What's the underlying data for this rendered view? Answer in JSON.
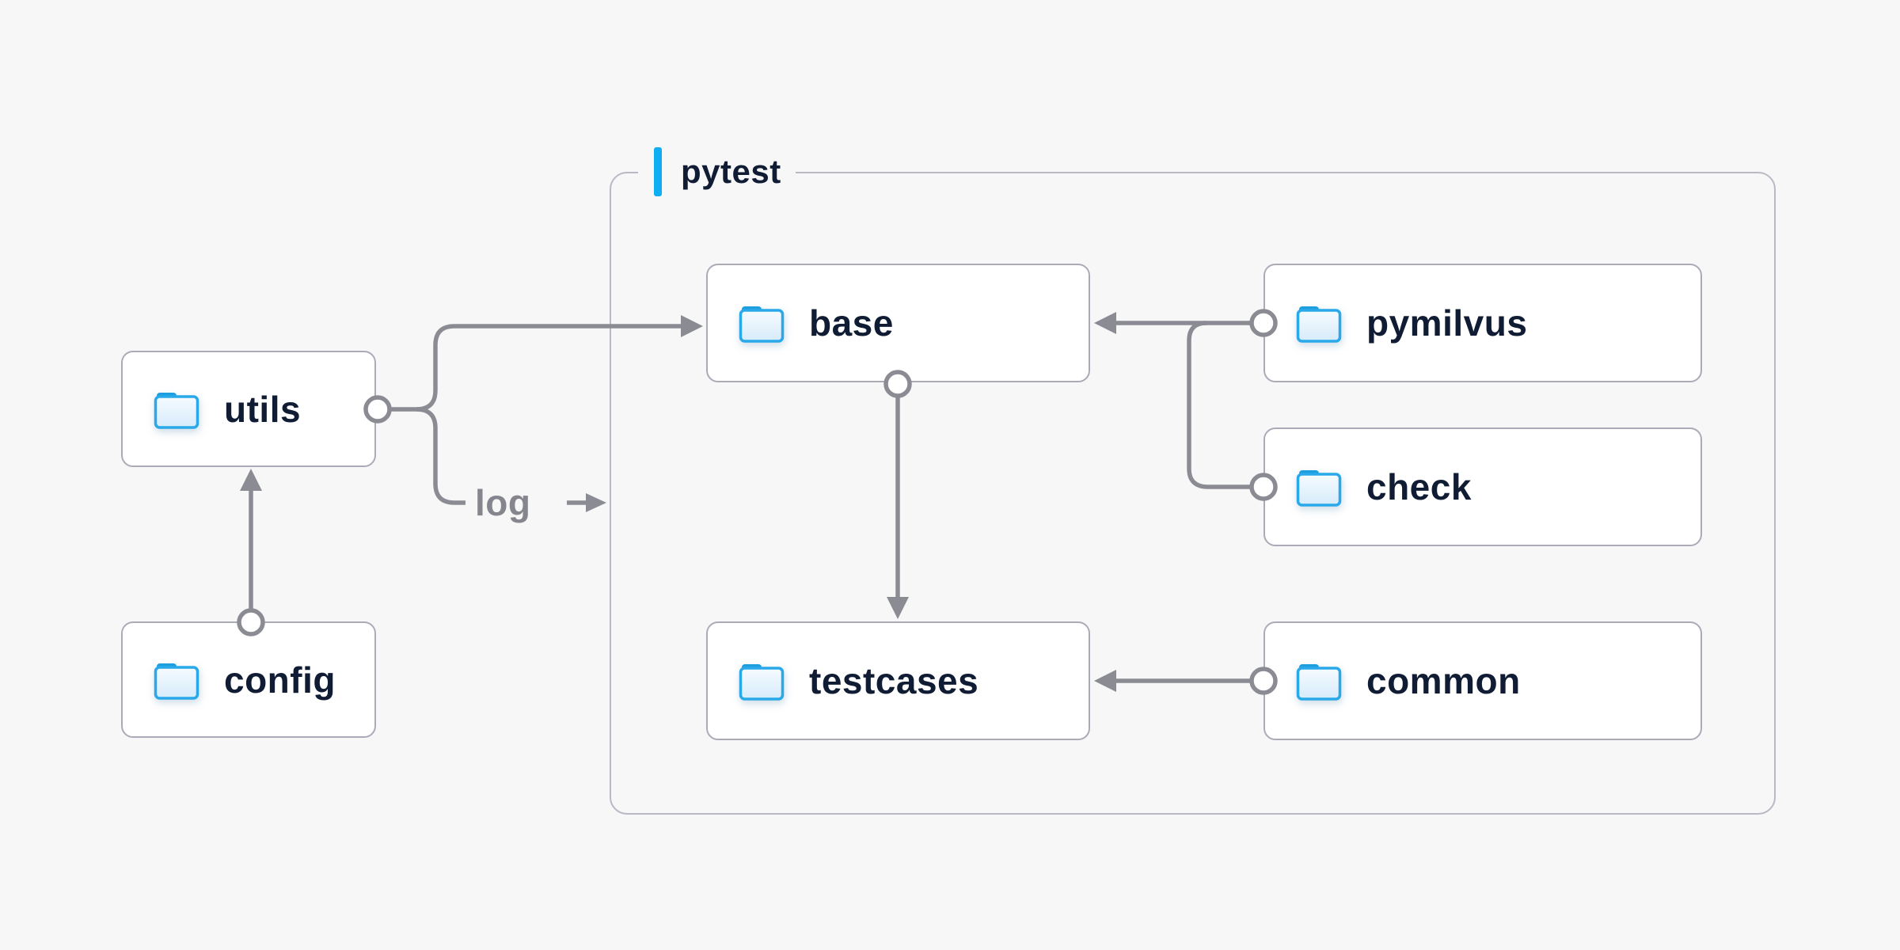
{
  "diagram": {
    "group": {
      "label": "pytest"
    },
    "nodes": [
      {
        "id": "utils",
        "label": "utils",
        "icon": "folder-icon"
      },
      {
        "id": "config",
        "label": "config",
        "icon": "folder-icon"
      },
      {
        "id": "base",
        "label": "base",
        "icon": "folder-icon"
      },
      {
        "id": "testcases",
        "label": "testcases",
        "icon": "folder-icon"
      },
      {
        "id": "pymilvus",
        "label": "pymilvus",
        "icon": "folder-icon"
      },
      {
        "id": "check",
        "label": "check",
        "icon": "folder-icon"
      },
      {
        "id": "common",
        "label": "common",
        "icon": "folder-icon"
      }
    ],
    "edges": [
      {
        "from": "config",
        "to": "utils",
        "style": "arrow-up"
      },
      {
        "from": "utils",
        "to": "base",
        "style": "arrow-right"
      },
      {
        "from": "utils",
        "to": "pytest",
        "label": "log",
        "style": "arrow-right-small"
      },
      {
        "from": "base",
        "to": "testcases",
        "style": "arrow-down"
      },
      {
        "from": "pymilvus",
        "to": "base",
        "style": "arrow-left"
      },
      {
        "from": "check",
        "to": "base",
        "style": "arrow-left"
      },
      {
        "from": "common",
        "to": "testcases",
        "style": "arrow-left"
      }
    ],
    "colors": {
      "background": "#f7f7f8",
      "node_background": "#ffffff",
      "node_border": "#ababb8",
      "group_border": "#b9b9c6",
      "edge_gray": "#8b8b94",
      "text_navy": "#101c33",
      "edge_label_gray": "#85858e",
      "accent_blue": "#0fadf2",
      "folder_outline_blue": "#29a9ea",
      "folder_tab_blue": "#1d9ede"
    }
  }
}
